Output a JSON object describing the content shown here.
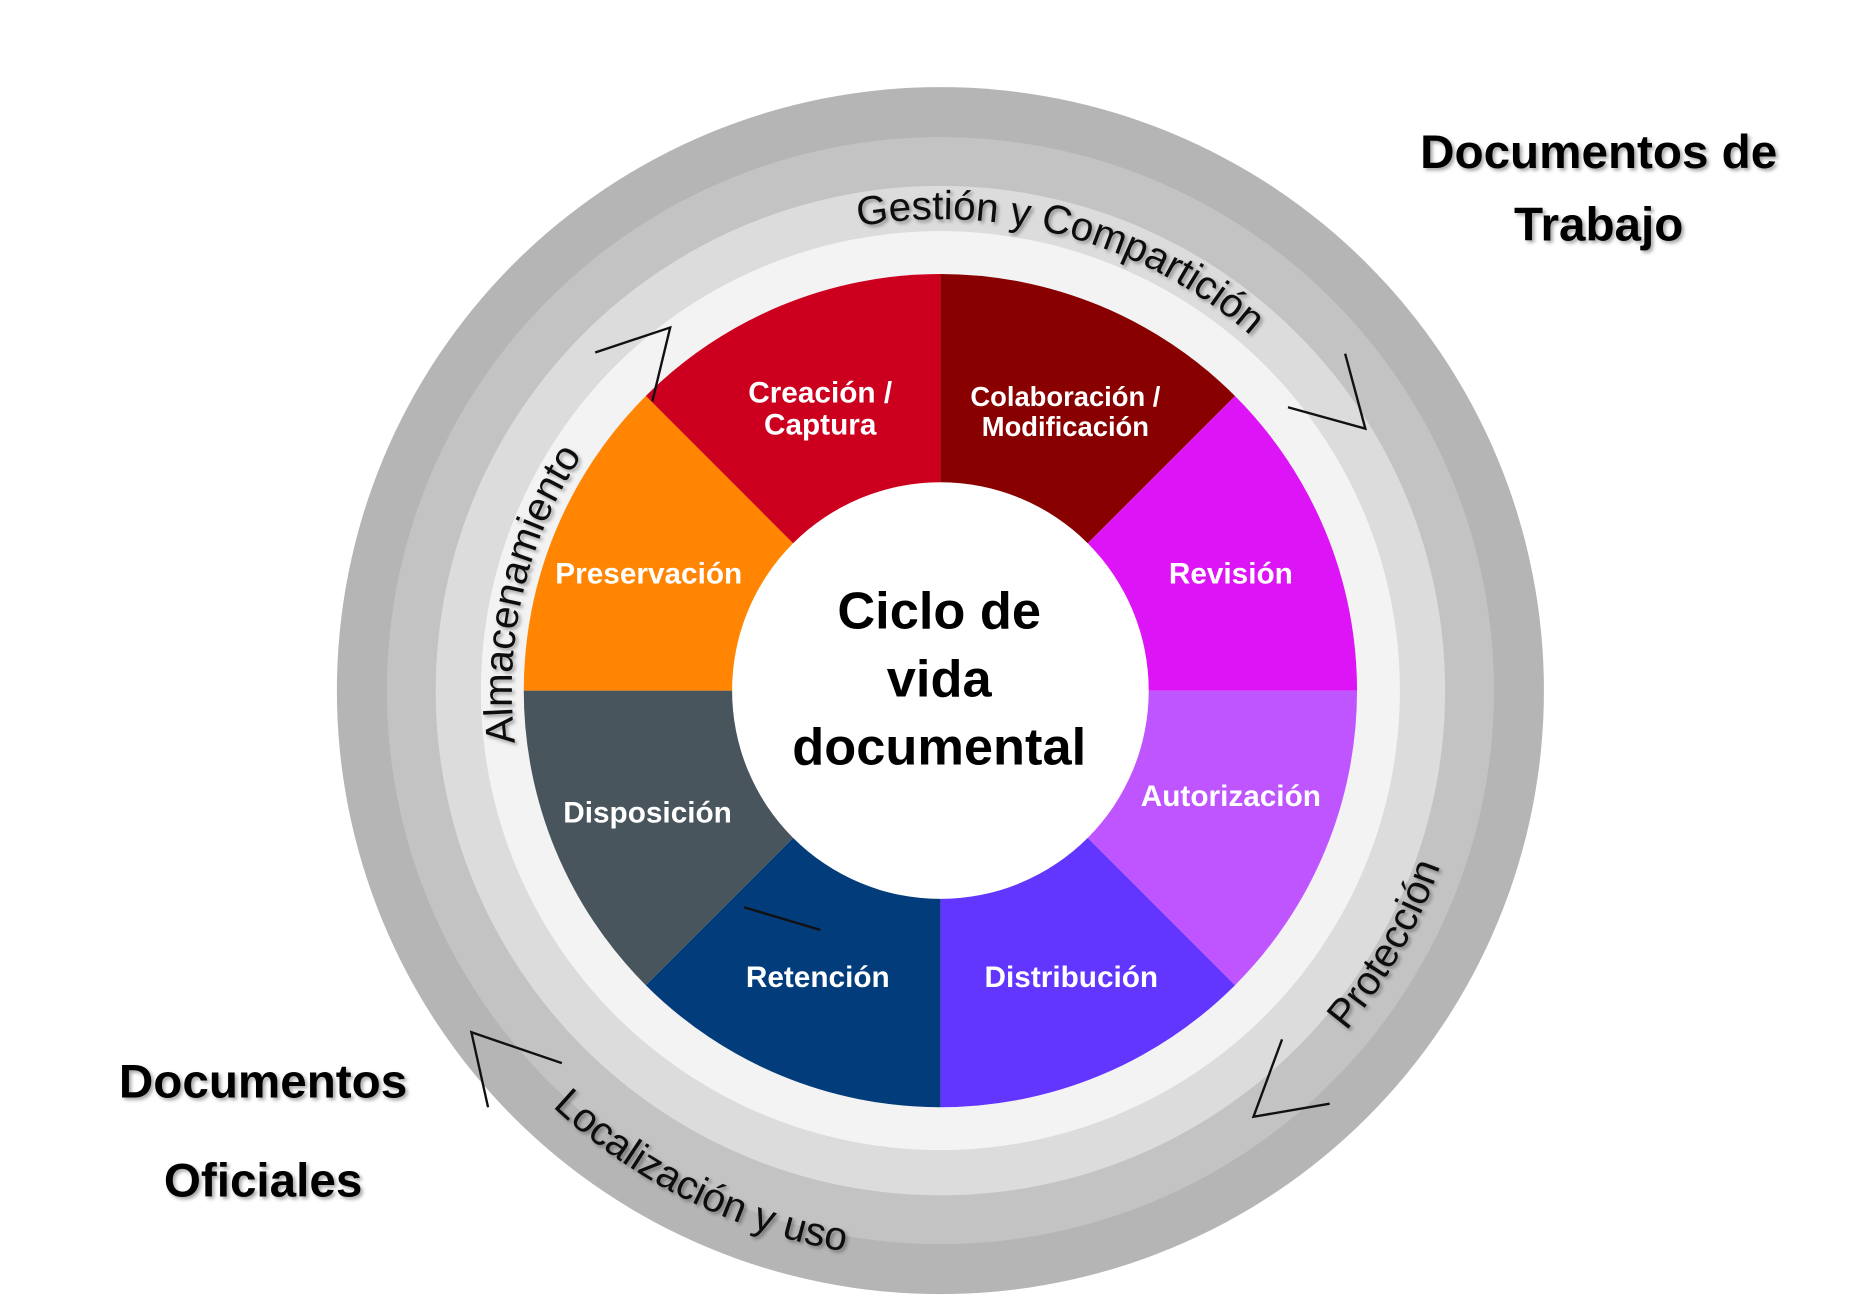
{
  "title": {
    "line1": "Ciclo de",
    "line2": "vida",
    "line3": "documental"
  },
  "segments": [
    {
      "line1": "Creación /",
      "line2": "Captura",
      "color": "#cc001e"
    },
    {
      "line1": "Colaboración /",
      "line2": "Modificación",
      "color": "#880000"
    },
    {
      "line1": "Revisión",
      "color": "#dd14f5"
    },
    {
      "line1": "Autorización",
      "color": "#bf55ff"
    },
    {
      "line1": "Distribución",
      "color": "#6236ff"
    },
    {
      "line1": "Retención",
      "color": "#023c7a"
    },
    {
      "line1": "Disposición",
      "color": "#48555c"
    },
    {
      "line1": "Preservación",
      "color": "#ff8503"
    }
  ],
  "ring_labels": {
    "top": "Gestión y Compartición",
    "left": "Almacenamiento",
    "right": "Protección",
    "bottom": "Localización y uso"
  },
  "corners": {
    "work": {
      "line1": "Documentos de",
      "line2": "Trabajo"
    },
    "official": {
      "line1": "Documentos",
      "line2": "Oficiales"
    }
  },
  "ring_colors": [
    "#b5b5b5",
    "#c4c3c4",
    "#dcdcdc",
    "#f3f3f3"
  ]
}
